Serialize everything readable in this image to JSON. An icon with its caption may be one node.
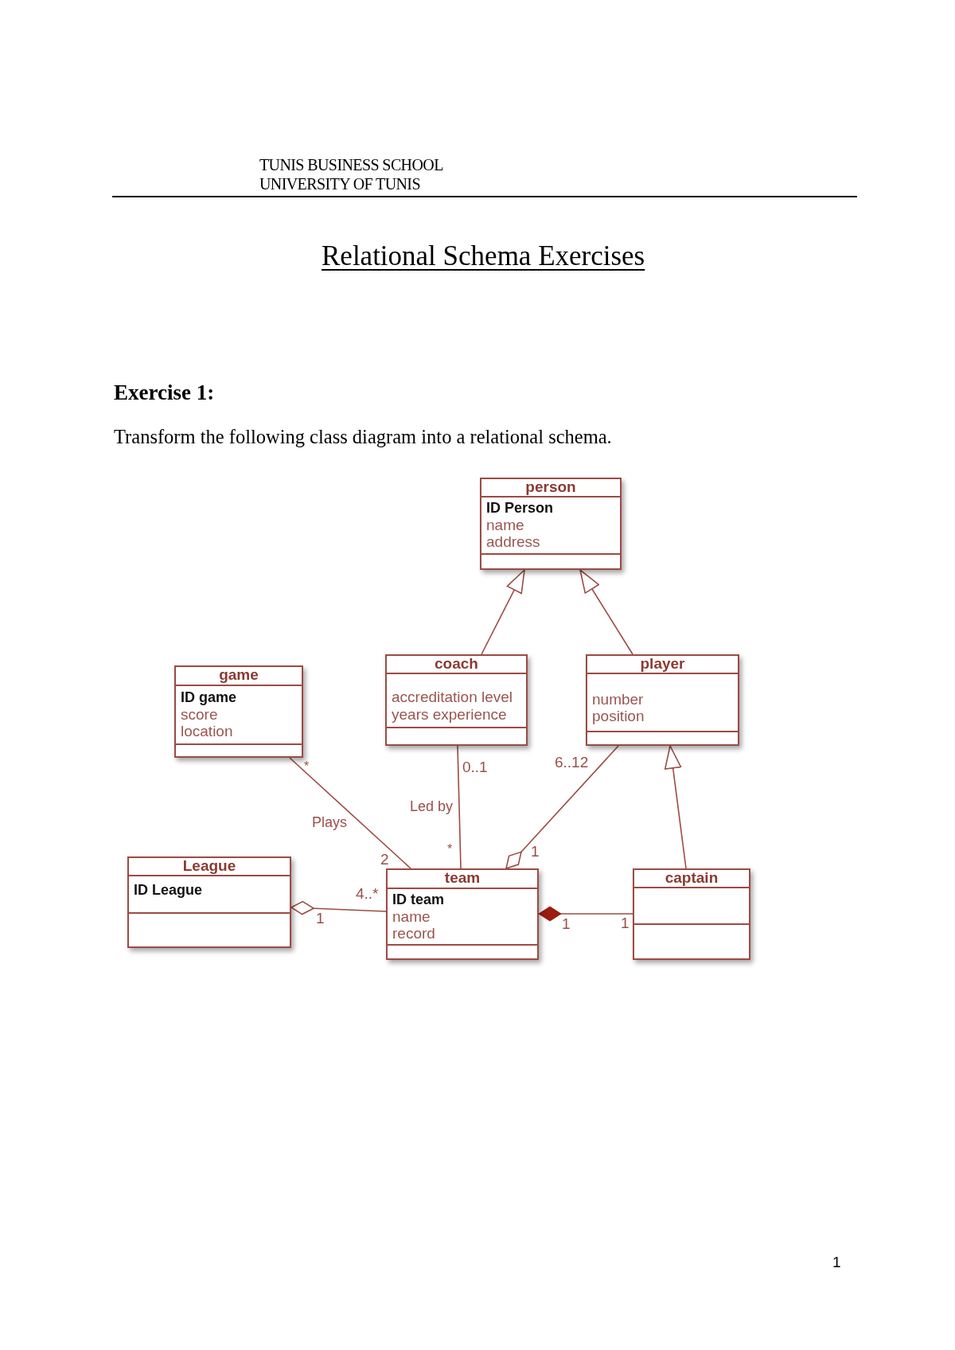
{
  "diagram": {
    "title": "Relational Schema Exercises",
    "nodes": [
      {
        "text": [
          "person",
          "ID Person",
          "name",
          "address"
        ]
      },
      {
        "text": [
          "game",
          "ID game",
          "score",
          "location"
        ]
      },
      {
        "text": [
          "coach",
          "accreditation level",
          "years experience"
        ]
      },
      {
        "text": [
          "player",
          "number",
          "position"
        ]
      },
      {
        "text": [
          "League",
          "ID League"
        ]
      },
      {
        "text": [
          "team",
          "ID team",
          "name",
          "record"
        ]
      },
      {
        "text": [
          "captain"
        ]
      }
    ],
    "edges": [
      {
        "from": 2,
        "to": 0,
        "arrow": "to"
      },
      {
        "from": 3,
        "to": 0,
        "arrow": "to"
      },
      {
        "from": 1,
        "to": 5,
        "arrow": "none",
        "label": "Plays"
      },
      {
        "from": 2,
        "to": 5,
        "arrow": "none",
        "label": "Led by"
      },
      {
        "from": 3,
        "to": 5,
        "arrow": "other"
      },
      {
        "from": 6,
        "to": 3,
        "arrow": "to"
      },
      {
        "from": 5,
        "to": 4,
        "arrow": "other"
      },
      {
        "from": 6,
        "to": 5,
        "arrow": "other"
      }
    ],
    "labels": [
      "TUNIS BUSINESS SCHOOL",
      "UNIVERSITY OF TUNIS",
      "Exercise 1:",
      "Transform the following class diagram into a relational schema.",
      "6..12",
      "*",
      "0..1",
      "*",
      "1",
      "2",
      "4..*",
      "1",
      "1",
      "1",
      "1"
    ]
  }
}
